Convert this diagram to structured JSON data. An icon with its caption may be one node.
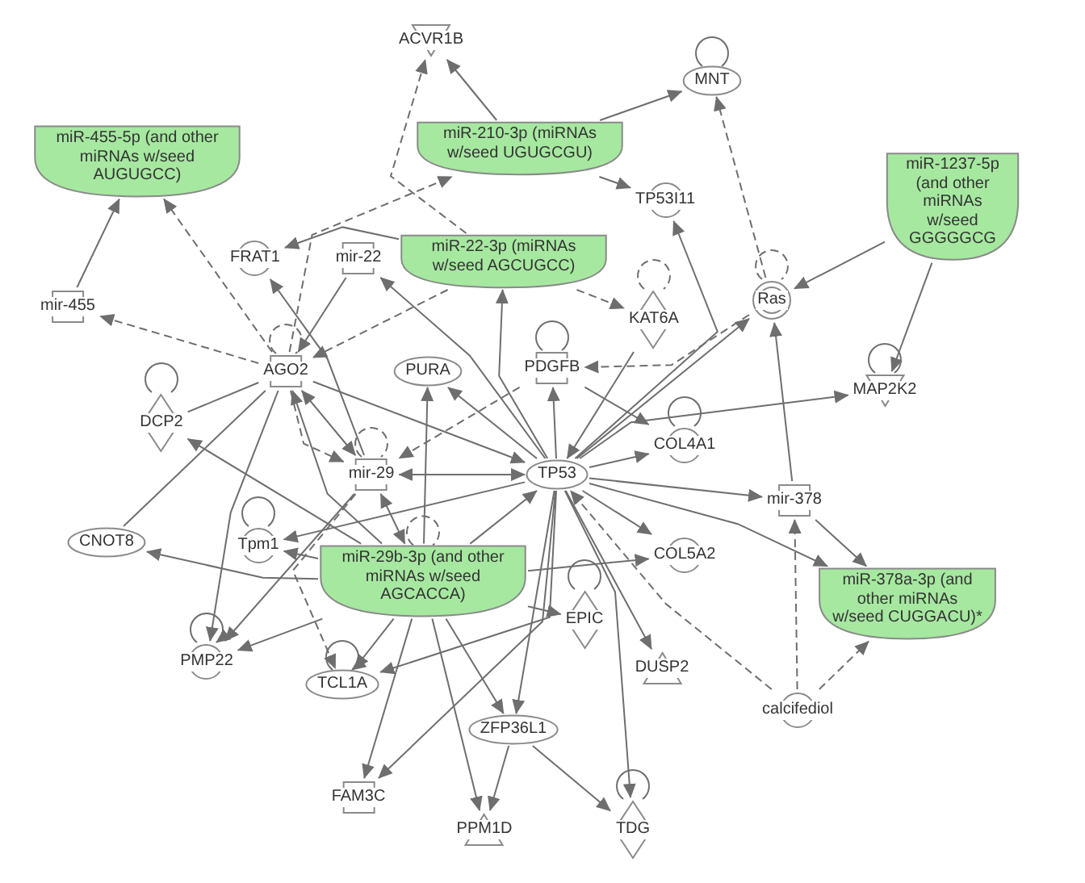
{
  "diagram": {
    "nodes": [
      {
        "text": [
          "ACVR1B"
        ]
      },
      {
        "text": [
          "MNT"
        ]
      },
      {
        "text": [
          "miR-455-5p (and other miRNAs w/seed AUGUGCC)"
        ]
      },
      {
        "text": [
          "miR-210-3p (miRNAs w/seed UGUGCGU)"
        ]
      },
      {
        "text": [
          "TP53I11"
        ]
      },
      {
        "text": [
          "miR-1237-5p (and other miRNAs w/seed GGGGGCG"
        ]
      },
      {
        "text": [
          "FRAT1"
        ]
      },
      {
        "text": [
          "mir-22"
        ]
      },
      {
        "text": [
          "miR-22-3p (miRNAs w/seed AGCUGCC)"
        ]
      },
      {
        "text": [
          "KAT6A"
        ]
      },
      {
        "text": [
          "Ras"
        ]
      },
      {
        "text": [
          "mir-455"
        ]
      },
      {
        "text": [
          "AGO2"
        ]
      },
      {
        "text": [
          "PURA"
        ]
      },
      {
        "text": [
          "PDGFB"
        ]
      },
      {
        "text": [
          "DCP2"
        ]
      },
      {
        "text": [
          "MAP2K2"
        ]
      },
      {
        "text": [
          "COL4A1"
        ]
      },
      {
        "text": [
          "mir-29"
        ]
      },
      {
        "text": [
          "TP53"
        ]
      },
      {
        "text": [
          "mir-378"
        ]
      },
      {
        "text": [
          "CNOT8"
        ]
      },
      {
        "text": [
          "Tpm1"
        ]
      },
      {
        "text": [
          "miR-29b-3p (and other miRNAs w/seed AGCACCA)"
        ]
      },
      {
        "text": [
          "COL5A2"
        ]
      },
      {
        "text": [
          "EPIC"
        ]
      },
      {
        "text": [
          "miR-378a-3p (and other miRNAs w/seed CUGGACU)*"
        ]
      },
      {
        "text": [
          "PMP22"
        ]
      },
      {
        "text": [
          "TCL1A"
        ]
      },
      {
        "text": [
          "DUSP2"
        ]
      },
      {
        "text": [
          "calcifediol"
        ]
      },
      {
        "text": [
          "ZFP36L1"
        ]
      },
      {
        "text": [
          "FAM3C"
        ]
      },
      {
        "text": [
          "PPM1D"
        ]
      },
      {
        "text": [
          "TDG"
        ]
      }
    ],
    "edges": [
      {
        "from": 3,
        "to": 0,
        "arrow": "to"
      },
      {
        "from": 8,
        "to": 0,
        "arrow": "to",
        "style": "dashed"
      },
      {
        "from": 3,
        "to": 1,
        "arrow": "to"
      },
      {
        "from": 3,
        "to": 4,
        "arrow": "to"
      },
      {
        "from": 10,
        "to": 1,
        "arrow": "to",
        "style": "dashed"
      },
      {
        "from": 11,
        "to": 2,
        "arrow": "to"
      },
      {
        "from": 12,
        "to": 2,
        "arrow": "to",
        "style": "dashed"
      },
      {
        "from": 12,
        "to": 11,
        "arrow": "to",
        "style": "dashed"
      },
      {
        "from": 8,
        "to": 6,
        "arrow": "to"
      },
      {
        "from": 12,
        "to": 3,
        "arrow": "to",
        "style": "dashed"
      },
      {
        "from": 7,
        "to": 12,
        "arrow": "to"
      },
      {
        "from": 8,
        "to": 12,
        "arrow": "to",
        "style": "dashed"
      },
      {
        "from": 19,
        "to": 7,
        "arrow": "to"
      },
      {
        "from": 19,
        "to": 8,
        "arrow": "to"
      },
      {
        "from": 18,
        "to": 6,
        "arrow": "to"
      },
      {
        "from": 8,
        "to": 9,
        "arrow": "to",
        "style": "dashed"
      },
      {
        "from": 19,
        "to": 4,
        "arrow": "to"
      },
      {
        "from": 10,
        "to": 14,
        "arrow": "to",
        "style": "dashed"
      },
      {
        "from": 5,
        "to": 10,
        "arrow": "to"
      },
      {
        "from": 5,
        "to": 16,
        "arrow": "to"
      },
      {
        "from": 19,
        "to": 10,
        "arrow": "to"
      },
      {
        "from": 20,
        "to": 10,
        "arrow": "to"
      },
      {
        "from": 19,
        "to": 17,
        "arrow": "to"
      },
      {
        "from": 14,
        "to": 17,
        "arrow": "to"
      },
      {
        "from": 19,
        "to": 16,
        "arrow": "to"
      },
      {
        "from": 19,
        "to": 20,
        "arrow": "to"
      },
      {
        "from": 19,
        "to": 24,
        "arrow": "to"
      },
      {
        "from": 19,
        "to": 26,
        "arrow": "to"
      },
      {
        "from": 20,
        "to": 26,
        "arrow": "to"
      },
      {
        "from": 30,
        "to": 26,
        "arrow": "to",
        "style": "dashed"
      },
      {
        "from": 30,
        "to": 20,
        "arrow": "to",
        "style": "dashed"
      },
      {
        "from": 30,
        "to": 19,
        "arrow": "to",
        "style": "dashed"
      },
      {
        "from": 19,
        "to": 29,
        "arrow": "to"
      },
      {
        "from": 23,
        "to": 24,
        "arrow": "to"
      },
      {
        "from": 19,
        "to": 34,
        "arrow": "to"
      },
      {
        "from": 31,
        "to": 34,
        "arrow": "to"
      },
      {
        "from": 31,
        "to": 33,
        "arrow": "to"
      },
      {
        "from": 23,
        "to": 33,
        "arrow": "to"
      },
      {
        "from": 23,
        "to": 31,
        "arrow": "to"
      },
      {
        "from": 19,
        "to": 31,
        "arrow": "to"
      },
      {
        "from": 23,
        "to": 32,
        "arrow": "to"
      },
      {
        "from": 19,
        "to": 32,
        "arrow": "to"
      },
      {
        "from": 23,
        "to": 28,
        "arrow": "to"
      },
      {
        "from": 19,
        "to": 28,
        "arrow": "to"
      },
      {
        "from": 18,
        "to": 28,
        "arrow": "to",
        "style": "dashed"
      },
      {
        "from": 23,
        "to": 27,
        "arrow": "to"
      },
      {
        "from": 12,
        "to": 27,
        "arrow": "to"
      },
      {
        "from": 18,
        "to": 27,
        "arrow": "to"
      },
      {
        "from": 19,
        "to": 22,
        "arrow": "to"
      },
      {
        "from": 23,
        "to": 22,
        "arrow": "to"
      },
      {
        "from": 23,
        "to": 21,
        "arrow": "to"
      },
      {
        "from": 23,
        "to": 15,
        "arrow": "to"
      },
      {
        "from": 15,
        "to": 12,
        "arrow": "none"
      },
      {
        "from": 21,
        "to": 12,
        "arrow": "none"
      },
      {
        "from": 12,
        "to": 18,
        "arrow": "both"
      },
      {
        "from": 12,
        "to": 18,
        "arrow": "to",
        "style": "dashed"
      },
      {
        "from": 18,
        "to": 19,
        "arrow": "both"
      },
      {
        "from": 23,
        "to": 18,
        "arrow": "both"
      },
      {
        "from": 23,
        "to": 13,
        "arrow": "to"
      },
      {
        "from": 19,
        "to": 13,
        "arrow": "to"
      },
      {
        "from": 23,
        "to": 12,
        "arrow": "to"
      },
      {
        "from": 14,
        "to": 18,
        "arrow": "to",
        "style": "dashed"
      },
      {
        "from": 19,
        "to": 14,
        "arrow": "to"
      },
      {
        "from": 23,
        "to": 25,
        "arrow": "to"
      },
      {
        "from": 12,
        "to": 19,
        "arrow": "to"
      },
      {
        "from": 9,
        "to": 19,
        "arrow": "to"
      },
      {
        "from": 23,
        "to": 19,
        "arrow": "to"
      },
      {
        "from": 1,
        "to": 1,
        "arrow": "none"
      },
      {
        "from": 9,
        "to": 9,
        "arrow": "none",
        "style": "dashed"
      },
      {
        "from": 10,
        "to": 10,
        "arrow": "none",
        "style": "dashed"
      },
      {
        "from": 12,
        "to": 12,
        "arrow": "none",
        "style": "dashed"
      },
      {
        "from": 14,
        "to": 14,
        "arrow": "none"
      },
      {
        "from": 15,
        "to": 15,
        "arrow": "none"
      },
      {
        "from": 16,
        "to": 16,
        "arrow": "none"
      },
      {
        "from": 17,
        "to": 17,
        "arrow": "none"
      },
      {
        "from": 18,
        "to": 18,
        "arrow": "none",
        "style": "dashed"
      },
      {
        "from": 22,
        "to": 22,
        "arrow": "none"
      },
      {
        "from": 23,
        "to": 23,
        "arrow": "none",
        "style": "dashed"
      },
      {
        "from": 25,
        "to": 25,
        "arrow": "none"
      },
      {
        "from": 27,
        "to": 27,
        "arrow": "to"
      },
      {
        "from": 28,
        "to": 28,
        "arrow": "to"
      },
      {
        "from": 34,
        "to": 34,
        "arrow": "none"
      }
    ]
  }
}
